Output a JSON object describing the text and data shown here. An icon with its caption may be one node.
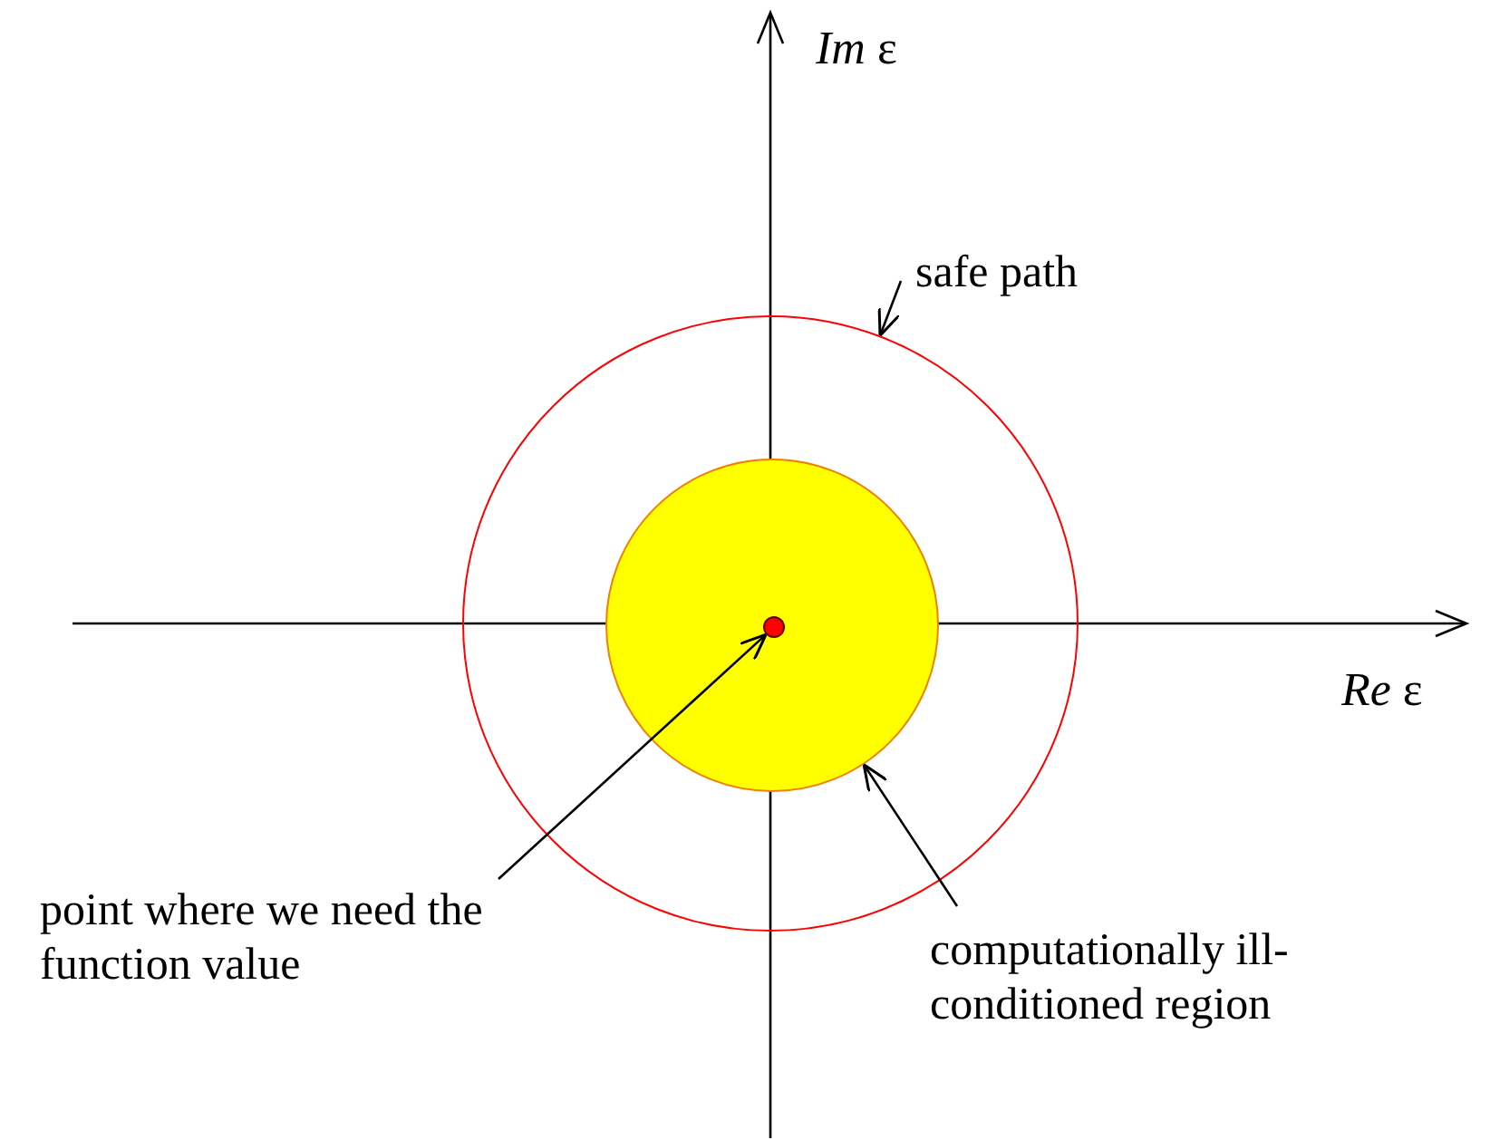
{
  "diagram": {
    "nodes": [
      {
        "text": [],
        "shape": "circle"
      },
      {
        "text": [],
        "shape": "circle",
        "in": 0
      },
      {
        "text": [],
        "shape": "circle",
        "in": 1
      },
      {
        "text": [
          "safe path"
        ]
      },
      {
        "text": [
          "point where we need the function value"
        ]
      },
      {
        "text": [
          "computationally ill-conditioned region"
        ]
      }
    ],
    "edges": [
      {
        "from": 3,
        "to": 0,
        "arrow": "to"
      },
      {
        "from": 4,
        "to": 2,
        "arrow": "to"
      },
      {
        "from": 5,
        "to": 1,
        "arrow": "to"
      }
    ],
    "labels": [
      "*Im* ε",
      "*Re* ε"
    ]
  }
}
